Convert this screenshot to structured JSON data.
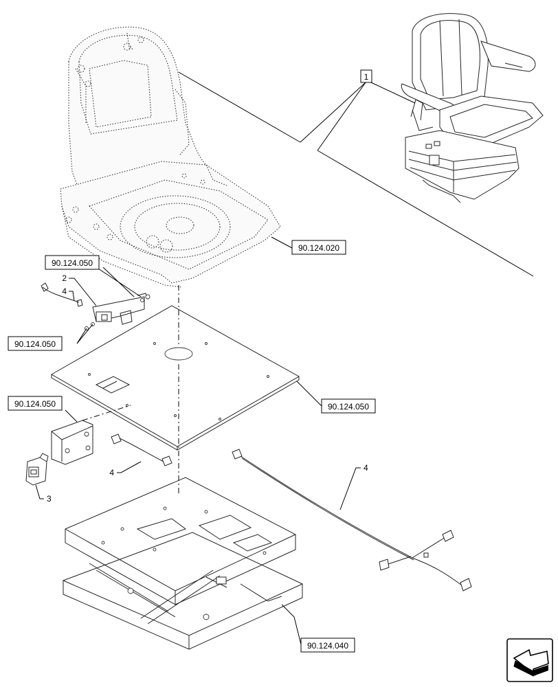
{
  "references": {
    "seat_cushion": "90.124.020",
    "switch_bracket_top": "90.124.050",
    "switch_bracket_bottom": "90.124.050",
    "bracket_left": "90.124.050",
    "plate": "90.124.050",
    "suspension": "90.124.040"
  },
  "callouts": {
    "item_1": "1",
    "item_2": "2",
    "item_3": "3",
    "item_4_top": "4",
    "item_4_mid": "4",
    "item_4_right": "4"
  },
  "icons": {
    "nav_arrow": "back-arrow-icon"
  }
}
